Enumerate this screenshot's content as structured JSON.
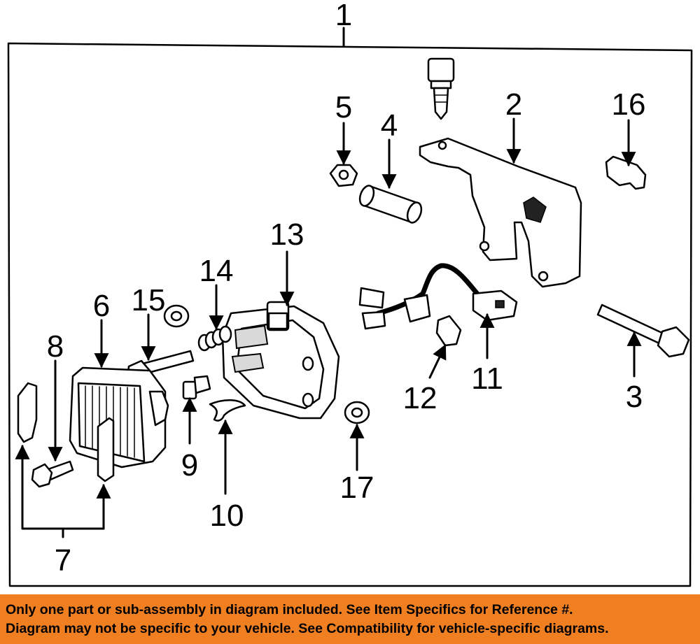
{
  "diagram": {
    "callouts": {
      "c1": "1",
      "c2": "2",
      "c3": "3",
      "c4": "4",
      "c5": "5",
      "c6": "6",
      "c7": "7",
      "c8": "8",
      "c9": "9",
      "c10": "10",
      "c11": "11",
      "c12": "12",
      "c13": "13",
      "c14": "14",
      "c15": "15",
      "c16": "16",
      "c17": "17"
    }
  },
  "footer": {
    "line1": "Only one part or sub-assembly in diagram included. See Item Specifics for Reference #.",
    "line2": "Diagram may not be specific to your vehicle. See Compatibility for vehicle-specific diagrams."
  },
  "colors": {
    "banner": "#f07f22",
    "ink": "#000000"
  }
}
